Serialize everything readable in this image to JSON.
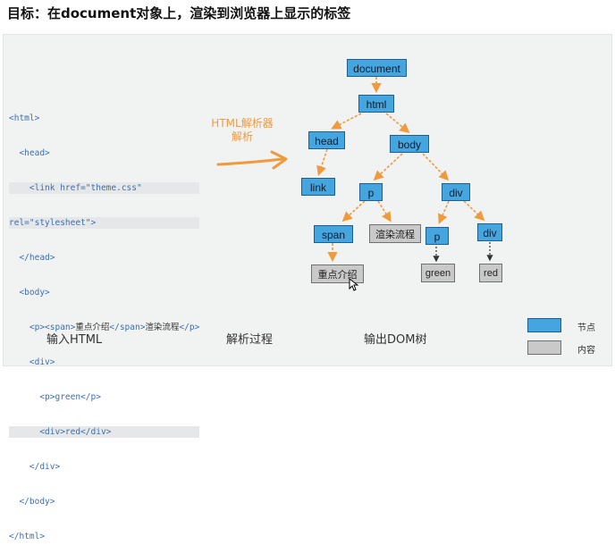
{
  "title": "目标：在document对象上，渲染到浏览器上显示的标签",
  "code_lines": [
    {
      "text": "<html>",
      "indent": 0
    },
    {
      "text": "<head>",
      "indent": 1
    },
    {
      "text": "<link href=\"theme.css\"",
      "indent": 2
    },
    {
      "text": "rel=\"stylesheet\">",
      "indent": 0
    },
    {
      "text": "</head>",
      "indent": 1
    },
    {
      "text": "<body>",
      "indent": 1
    },
    {
      "text": "<p><span>重点介绍</span>渲染流程</p>",
      "indent": 2
    },
    {
      "text": "<div>",
      "indent": 2
    },
    {
      "text": "<p>green</p>",
      "indent": 3
    },
    {
      "text": "<div>red</div>",
      "indent": 3
    },
    {
      "text": "</div>",
      "indent": 2
    },
    {
      "text": "</body>",
      "indent": 1
    },
    {
      "text": "</html>",
      "indent": 0
    }
  ],
  "parser_label_line1": "HTML解析器",
  "parser_label_line2": "解析",
  "nodes": {
    "document": "document",
    "html": "html",
    "head": "head",
    "body": "body",
    "link": "link",
    "p1": "p",
    "div1": "div",
    "span": "span",
    "p2": "p",
    "div2": "div"
  },
  "contents": {
    "render_flow": "渲染流程",
    "key_intro": "重点介绍",
    "green": "green",
    "red": "red"
  },
  "captions": {
    "input": "输入HTML",
    "process": "解析过程",
    "output": "输出DOM树"
  },
  "legend": {
    "node_label": "节点",
    "content_label": "内容",
    "node_color": "#45a6df",
    "content_color": "#c9c9c9"
  },
  "colors": {
    "arrow": "#f09a3e",
    "code": "#3a6fb0"
  }
}
